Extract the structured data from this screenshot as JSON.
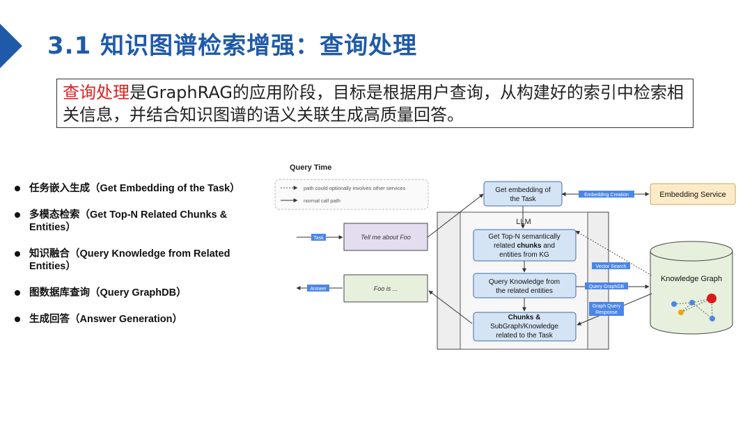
{
  "slide": {
    "title": "3.1 知识图谱检索增强：查询处理",
    "intro_highlight": "查询处理",
    "intro_rest": "是GraphRAG的应用阶段，目标是根据用户查询，从构建好的索引中检索相关信息，并结合知识图谱的语义关联生成高质量回答。",
    "bullets": [
      "任务嵌入生成（Get Embedding of the Task）",
      "多模态检索（Get Top-N Related Chunks & Entities）",
      "知识融合（Query Knowledge from Related Entities）",
      "图数据库查询（Query GraphDB）",
      "生成回答（Answer Generation）"
    ]
  },
  "diagram": {
    "heading": "Query Time",
    "legend_optional": "path could optionally involves other services",
    "legend_normal": "normal call path",
    "llm_label": "LLM",
    "task_tag": "Task",
    "answer_tag": "Answer",
    "input_note": "Tell me about Foo",
    "output_note": "Foo is ...",
    "get_embedding": [
      "Get embedding of",
      "the Task"
    ],
    "topn_pre": "Get Top-N semantically",
    "topn_mid_a": "related ",
    "topn_bold": "chunks",
    "topn_mid_b": " and",
    "topn_post": "entities from KG",
    "query_knowledge": [
      "Query Knowledge from",
      "the related entities"
    ],
    "chunks_bold": "Chunks &",
    "chunks_rest": [
      "SubGraph/Knowledge",
      "related to the Task"
    ],
    "embedding_service": "Embedding Service",
    "knowledge_graph": "Knowledge Graph",
    "tag_embedding_creation": "Embedding Creation",
    "tag_vector_search": "Vector Search",
    "tag_query_graphdb": "Query GraphDB",
    "tag_graph_query": "Graph Query",
    "tag_response": "Response"
  },
  "colors": {
    "title": "#1f5aa8",
    "highlight": "#e02020",
    "box_blue": "#d5e4f5",
    "box_purple": "#e3ddef",
    "box_green": "#e6f0dd",
    "box_orange": "#fdebc8",
    "tag_blue": "#4a86e8"
  }
}
